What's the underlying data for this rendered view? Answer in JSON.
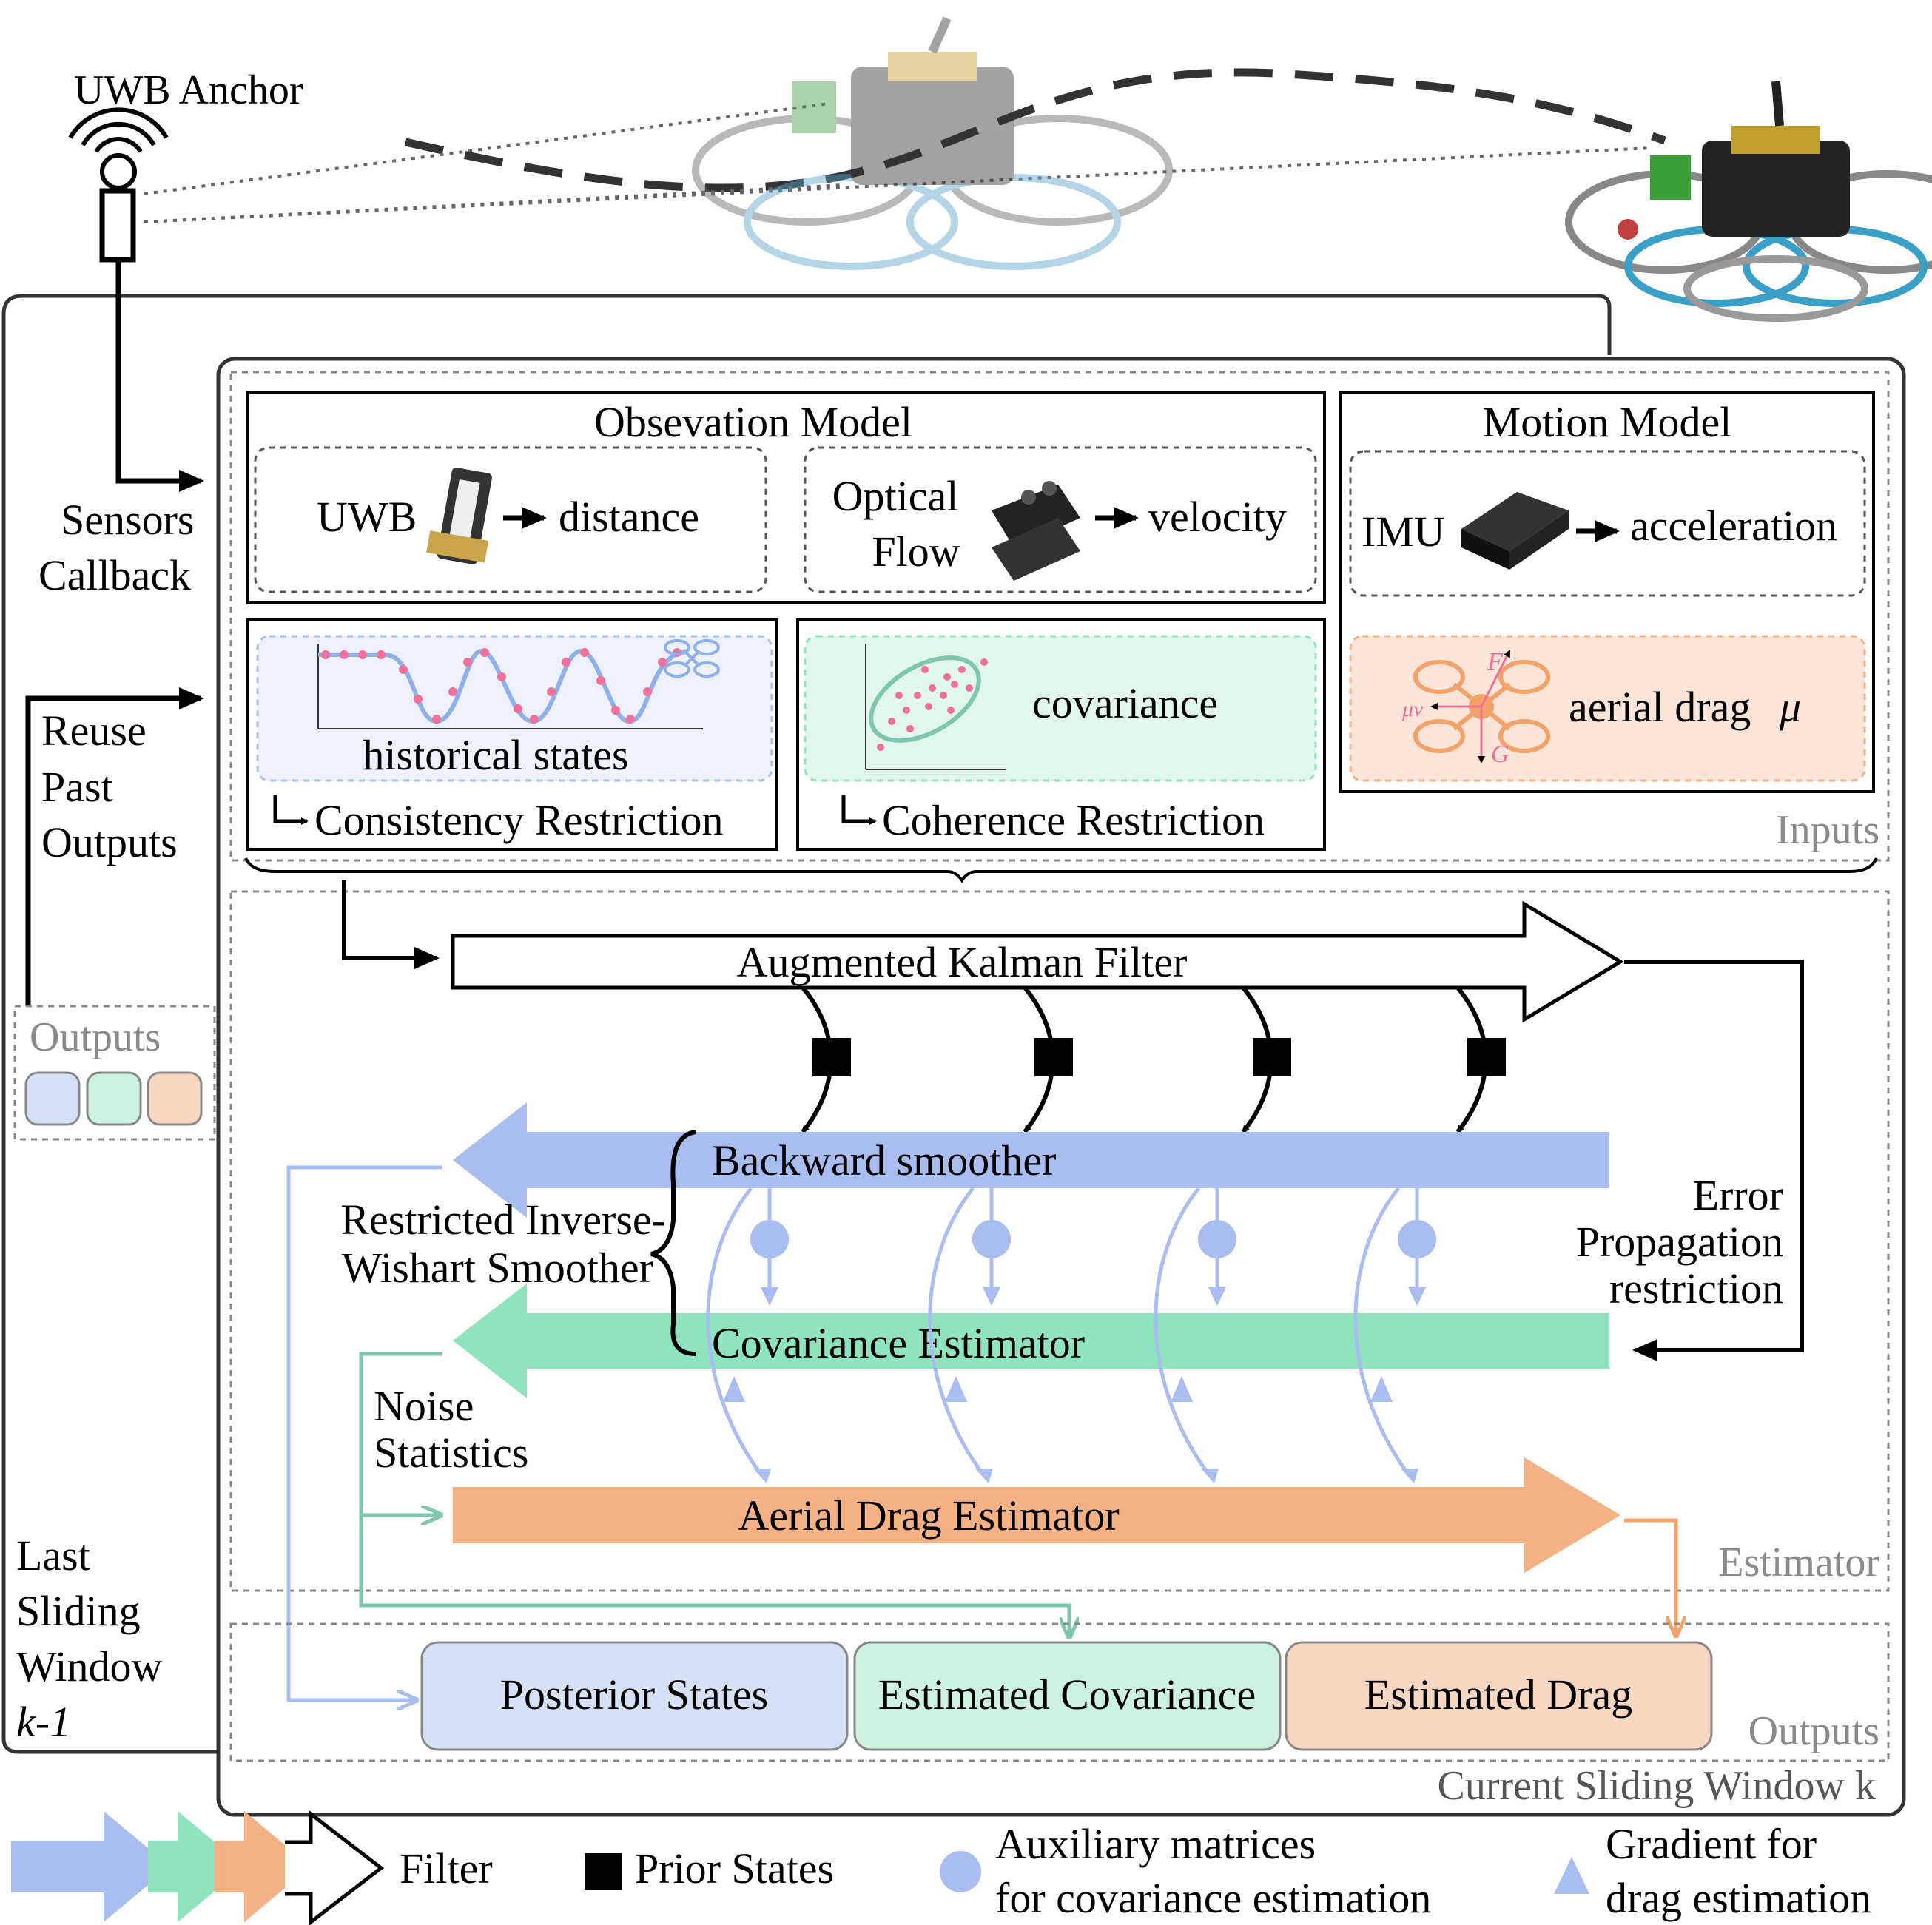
{
  "top": {
    "uwb_anchor_label": "UWB Anchor"
  },
  "sidebar": {
    "sensors_callback": [
      "Sensors",
      "Callback"
    ],
    "reuse_past_outputs": [
      "Reuse",
      "Past",
      "Outputs"
    ],
    "outputs_label": "Outputs",
    "last_window": [
      "Last",
      "Sliding",
      "Window",
      "k-1"
    ]
  },
  "inputs": {
    "observation_model_title": "Obsevation Model",
    "uwb_label": "UWB",
    "distance_label": "distance",
    "optical_flow_label": [
      "Optical",
      "Flow"
    ],
    "velocity_label": "velocity",
    "motion_model_title": "Motion Model",
    "imu_label": "IMU",
    "acceleration_label": "acceleration",
    "historical_states_label": "historical states",
    "consistency_restriction": "Consistency Restriction",
    "covariance_label": "covariance",
    "coherence_restriction": "Coherence Restriction",
    "aerial_drag_label": "aerial drag",
    "mu_symbol": "μ",
    "force_F": "F",
    "force_G": "G",
    "force_muv": "μv",
    "inputs_label": "Inputs"
  },
  "estimator": {
    "kalman_filter": "Augmented Kalman Filter",
    "backward_smoother": "Backward smoother",
    "riws": [
      "Restricted Inverse-",
      "Wishart Smoother"
    ],
    "covariance_estimator": "Covariance Estimator",
    "error_propagation": [
      "Error",
      "Propagation",
      "restriction"
    ],
    "noise_statistics": [
      "Noise",
      "Statistics"
    ],
    "aerial_drag_estimator": "Aerial Drag Estimator",
    "estimator_label": "Estimator"
  },
  "outputs": {
    "posterior_states": "Posterior States",
    "estimated_covariance": "Estimated Covariance",
    "estimated_drag": "Estimated Drag",
    "outputs_label": "Outputs",
    "current_window": "Current Sliding Window k"
  },
  "legend": {
    "filter": "Filter",
    "prior_states": "Prior States",
    "auxiliary": [
      "Auxiliary matrices",
      "for covariance estimation"
    ],
    "gradient": [
      "Gradient for",
      "drag estimation"
    ]
  },
  "colors": {
    "blue": "#a9bdf0",
    "green": "#8fe3bd",
    "orange": "#f3b185",
    "blue_soft": "#d6e1f6",
    "green_soft": "#cdf2df",
    "orange_soft": "#f7d6c2",
    "pink": "#f0709b",
    "grey_text": "#8a8a8a"
  }
}
